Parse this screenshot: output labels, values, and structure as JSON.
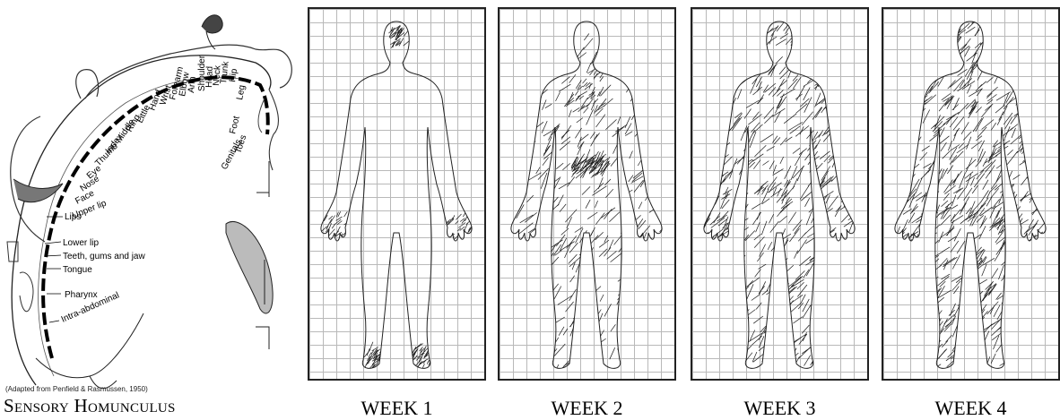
{
  "homunculus": {
    "title": "Sensory Homunculus",
    "credit": "(Adapted from Penfield & Rasmussen, 1950)",
    "arc_labels": [
      "Genitals",
      "Toes",
      "Foot",
      "Leg",
      "Hip",
      "Trunk",
      "Neck",
      "Head",
      "Shoulder",
      "Arm",
      "Elbow",
      "Forearm",
      "Wrist",
      "Hand",
      "Little",
      "Ring",
      "Middle",
      "Index",
      "Thumb",
      "Eye",
      "Nose",
      "Face",
      "Upper lip"
    ],
    "lower_labels": [
      "Lips",
      "Lower lip",
      "Teeth, gums and jaw",
      "Tongue",
      "Pharynx",
      "Intra-abdominal"
    ]
  },
  "weeks": [
    {
      "label": "WEEK 1",
      "fill": 0.05
    },
    {
      "label": "WEEK 2",
      "fill": 0.45
    },
    {
      "label": "WEEK 3",
      "fill": 0.8
    },
    {
      "label": "WEEK 4",
      "fill": 1.0
    }
  ]
}
